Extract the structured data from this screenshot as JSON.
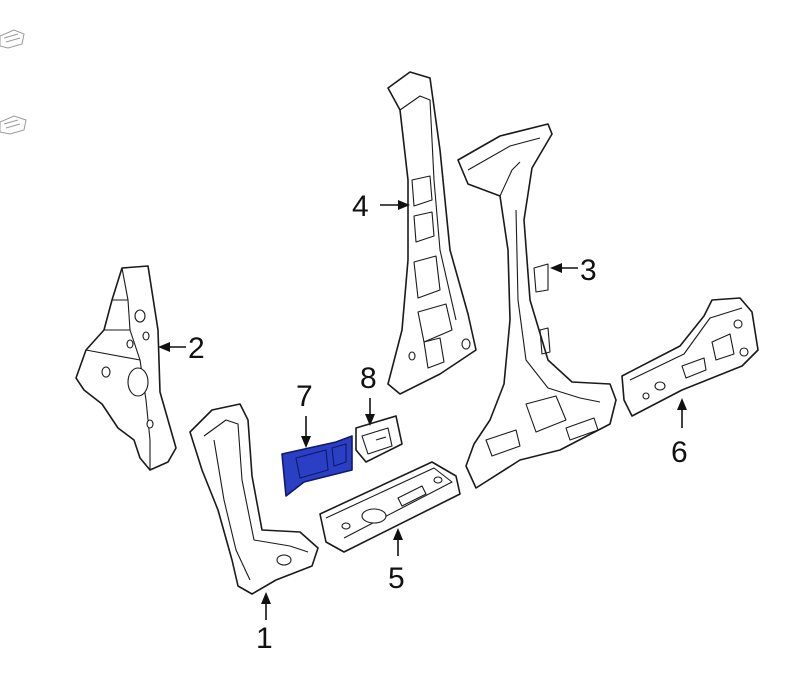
{
  "diagram": {
    "highlight_color": "#2a3fc4",
    "line_color": "#1a1a1a",
    "background": "#ffffff",
    "parts": [
      {
        "id": "1",
        "label": "1"
      },
      {
        "id": "2",
        "label": "2"
      },
      {
        "id": "3",
        "label": "3"
      },
      {
        "id": "4",
        "label": "4"
      },
      {
        "id": "5",
        "label": "5"
      },
      {
        "id": "6",
        "label": "6"
      },
      {
        "id": "7",
        "label": "7",
        "highlighted": true
      },
      {
        "id": "8",
        "label": "8"
      }
    ]
  }
}
